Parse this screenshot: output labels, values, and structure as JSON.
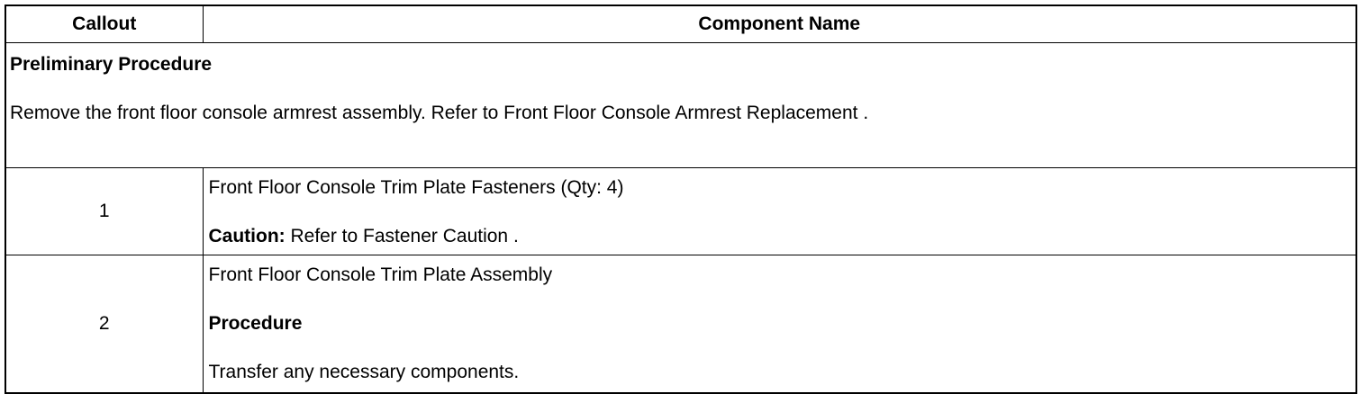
{
  "headers": {
    "callout": "Callout",
    "component_name": "Component Name"
  },
  "preliminary": {
    "title": "Preliminary Procedure",
    "text": "Remove the front floor console armrest assembly. Refer to Front Floor Console Armrest Replacement ."
  },
  "rows": [
    {
      "callout": "1",
      "name": "Front Floor Console Trim Plate Fasteners (Qty: 4)",
      "caution_label": "Caution:",
      "caution_text": " Refer to Fastener Caution ."
    },
    {
      "callout": "2",
      "name": "Front Floor Console Trim Plate Assembly",
      "procedure_label": "Procedure",
      "procedure_text": "Transfer any necessary components."
    }
  ]
}
